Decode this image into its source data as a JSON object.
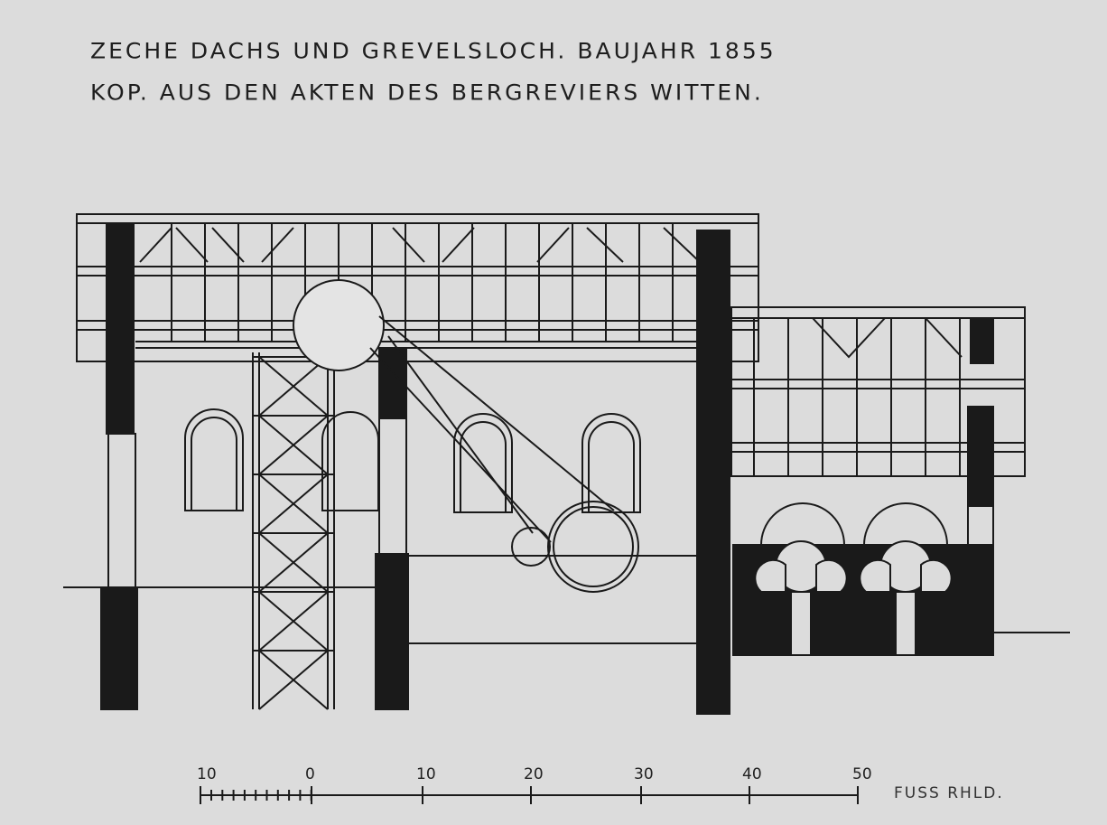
{
  "title": {
    "line1": "ZECHE DACHS UND GREVELSLOCH. BAUJAHR 1855",
    "line2": "KOP. AUS DEN AKTEN DES BERGREVIERS WITTEN."
  },
  "scale": {
    "ticks": [
      "10",
      "0",
      "10",
      "20",
      "30",
      "40",
      "50"
    ],
    "unit": "FUSS RHLD."
  },
  "colors": {
    "paper": "#dcdcdc",
    "ink": "#1a1a1a"
  }
}
